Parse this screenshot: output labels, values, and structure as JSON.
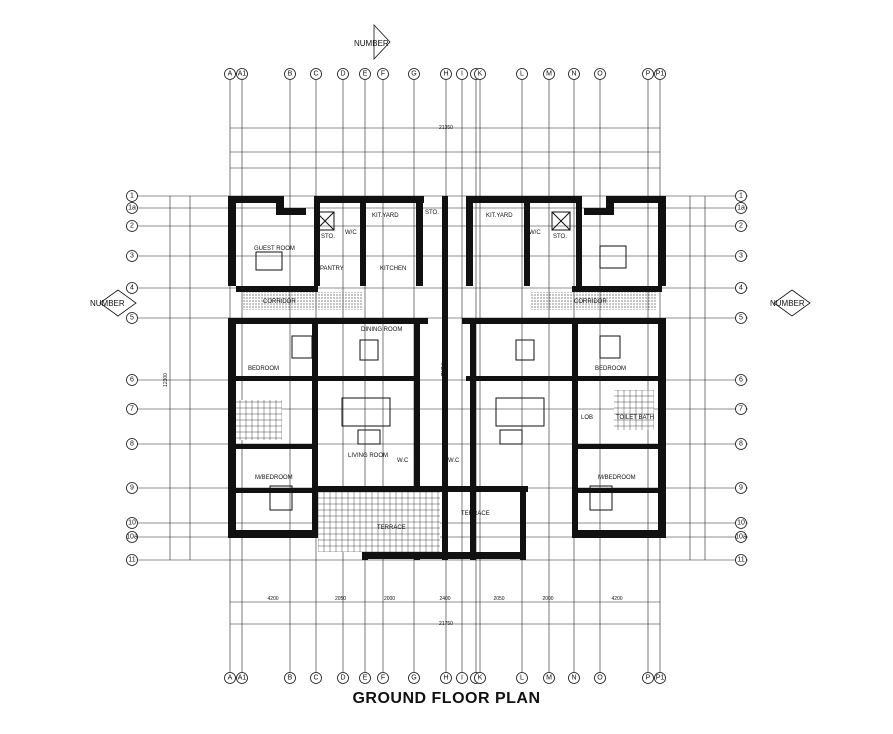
{
  "title": "GROUND FLOOR PLAN",
  "north_marks": {
    "top": "NUMBER",
    "left": "NUMBER",
    "right": "NUMBER"
  },
  "col_grid": [
    "A",
    "A1",
    "B",
    "C",
    "D",
    "E",
    "F",
    "G",
    "H",
    "I",
    "J",
    "K",
    "L",
    "M",
    "N",
    "O",
    "P",
    "P1"
  ],
  "row_grid": [
    "1",
    "1a",
    "2",
    "3",
    "4",
    "5",
    "6",
    "7",
    "8",
    "9",
    "10",
    "10a",
    "11"
  ],
  "rooms": {
    "guest_room": "GUEST ROOM",
    "kit_yard_l": "KIT.YARD",
    "kit_yard_r": "KIT.YARD",
    "sto_l": "STO.",
    "sto_l2": "STO.",
    "sto_r": "STO.",
    "wc_l": "W/C",
    "wc_r": "W/C",
    "kitchen": "KITCHEN",
    "pantry": "PANTRY",
    "corridor_l": "CORRIDOR",
    "corridor_r": "CORRIDOR",
    "dining_l": "DINING ROOM",
    "bedroom_l": "BEDROOM",
    "bedroom_r": "BEDROOM",
    "void": "VOID",
    "living_room": "LIVING ROOM",
    "wc_center_l": "W.C",
    "wc_center_r": "W.C",
    "m_bedroom_l": "M/BEDROOM",
    "m_bedroom_r": "M/BEDROOM",
    "terrace_l": "TERRACE",
    "terrace_r": "TERRACE",
    "toilet_bath": "TOILET BATH",
    "lob": "LOB"
  },
  "dimensions": {
    "overall_top": "21350",
    "overall_bottom": "21750",
    "overall_left": "12300",
    "bottom_segments": [
      "4200",
      "2050",
      "2000",
      "2400",
      "2050",
      "2000",
      "4200"
    ]
  }
}
